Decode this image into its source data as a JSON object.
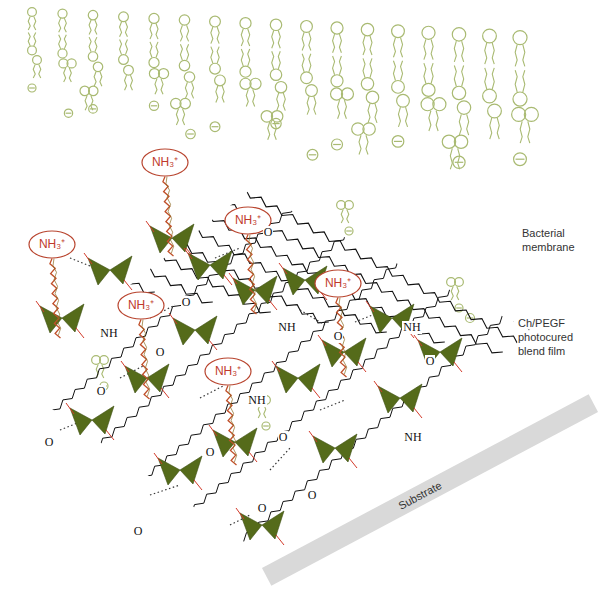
{
  "diagram": {
    "nodes": [
      {
        "text": [
          "NH₃⁺"
        ]
      },
      {
        "text": [
          "NH₃⁺"
        ]
      },
      {
        "text": [
          "NH₃⁺"
        ]
      },
      {
        "text": [
          "NH₃⁺"
        ]
      },
      {
        "text": [
          "NH₃⁺"
        ]
      },
      {
        "text": [
          "NH₃⁺"
        ]
      },
      {
        "text": [
          "Substrate"
        ]
      }
    ],
    "labels": [
      "Bacterial membrane",
      "Ch/PEGF photocured blend film",
      "O",
      "O",
      "O",
      "O",
      "O",
      "O",
      "O",
      "O",
      "O",
      "O",
      "O",
      "O",
      "NH",
      "NH",
      "NH",
      "NH",
      "NH"
    ]
  }
}
